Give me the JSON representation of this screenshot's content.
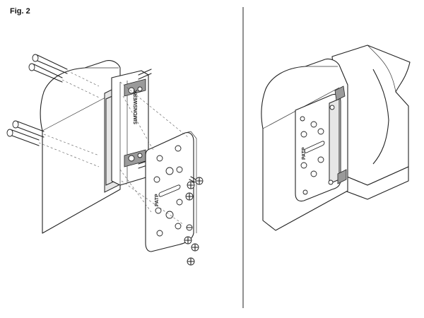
{
  "figure": {
    "label": "Fig. 2",
    "plate_marking": "PATP",
    "bracket_marking": "SIMONSWERK"
  }
}
